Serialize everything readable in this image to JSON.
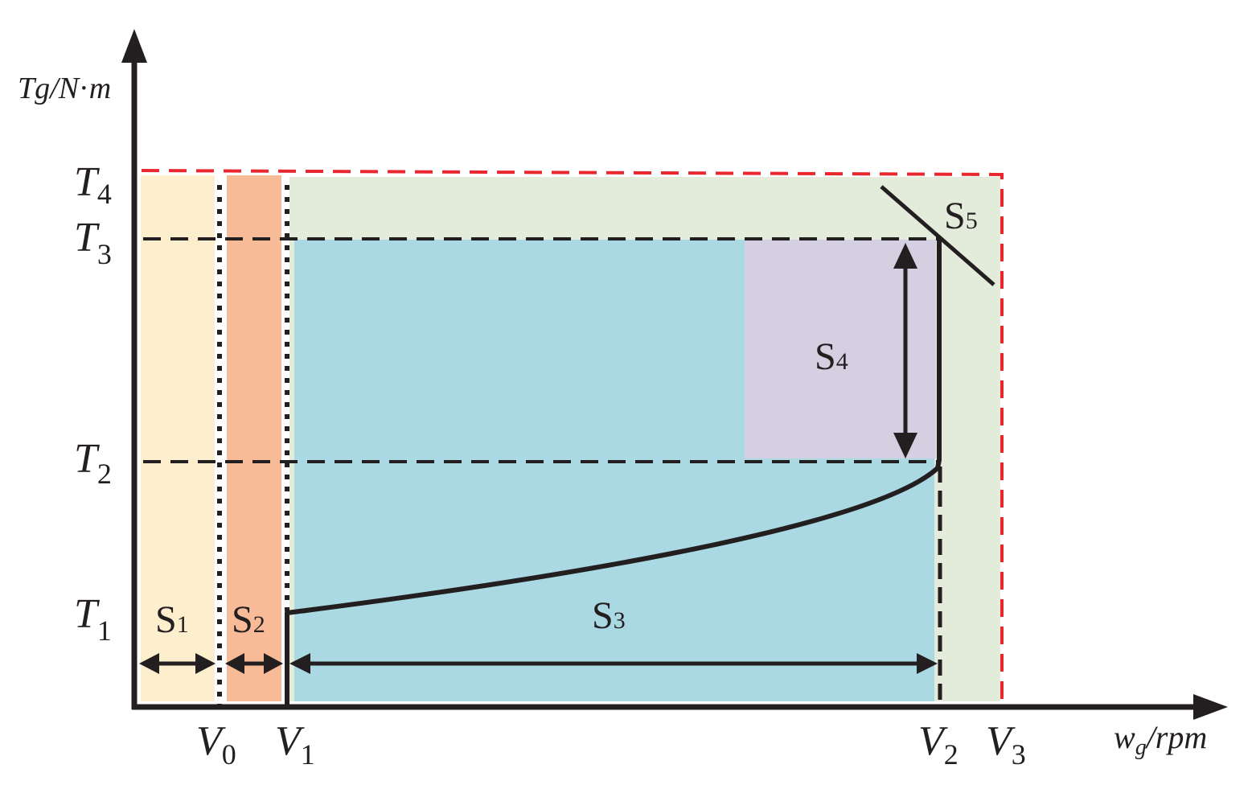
{
  "axes": {
    "y_label": {
      "main": "Tg/N",
      "dot": "·",
      "tail": "m"
    },
    "x_label": {
      "main": "w",
      "sub": "g",
      "tail": "/rpm"
    }
  },
  "y_ticks": [
    {
      "main": "T",
      "sub": "4"
    },
    {
      "main": "T",
      "sub": "3"
    },
    {
      "main": "T",
      "sub": "2"
    },
    {
      "main": "T",
      "sub": "1"
    }
  ],
  "x_ticks": [
    {
      "main": "V",
      "sub": "0"
    },
    {
      "main": "V",
      "sub": "1"
    },
    {
      "main": "V",
      "sub": "2"
    },
    {
      "main": "V",
      "sub": "3"
    }
  ],
  "regions": [
    {
      "main": "S",
      "sub": "1",
      "color": "#fdefcd"
    },
    {
      "main": "S",
      "sub": "2",
      "color": "#f8bb98"
    },
    {
      "main": "S",
      "sub": "3",
      "color": "#aad9e3"
    },
    {
      "main": "S",
      "sub": "4",
      "color": "#d5cfe2"
    },
    {
      "main": "S",
      "sub": "5",
      "color": "#e3ecda"
    }
  ],
  "colors": {
    "curve": "#231f20",
    "limit_line": "#e8282e"
  }
}
